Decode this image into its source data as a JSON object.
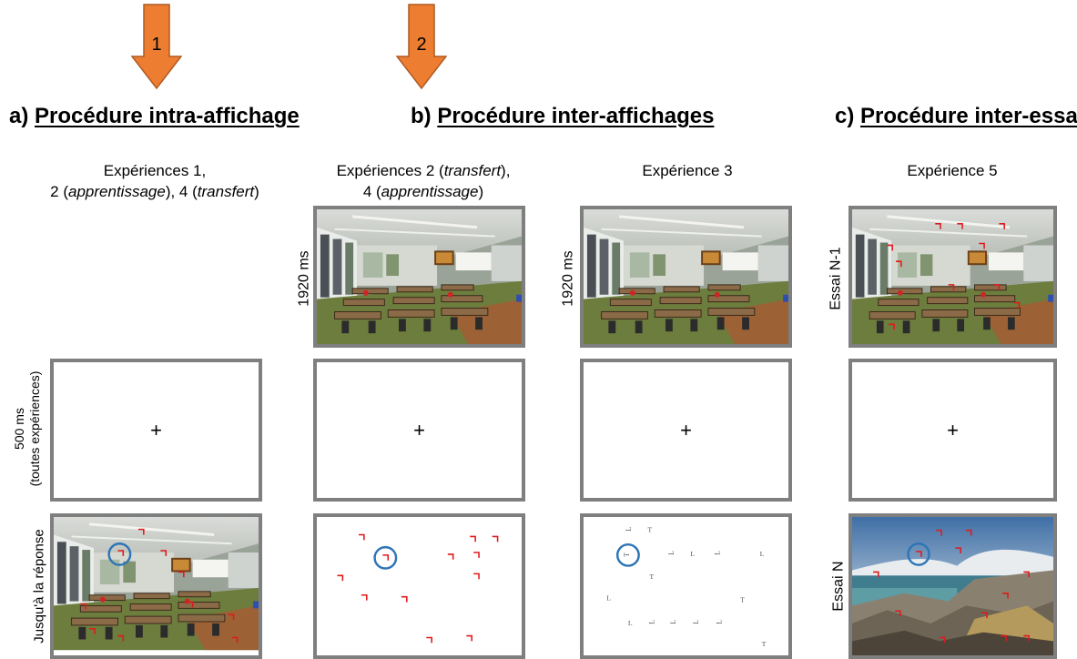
{
  "arrows": [
    "1",
    "2"
  ],
  "headings": {
    "a": {
      "prefix": "a)",
      "title": "Procédure intra-affichage"
    },
    "b": {
      "prefix": "b)",
      "title": "Procédure inter-affichages"
    },
    "c": {
      "prefix": "c)",
      "title": "Procédure inter-essais"
    }
  },
  "columns": {
    "col1": {
      "line1": "Expériences 1,",
      "line2_pre": "2 (",
      "line2_it1": "apprentissage",
      "line2_mid": "), 4 (",
      "line2_it2": "transfert",
      "line2_post": ")"
    },
    "col2": {
      "line1_pre": "Expériences 2 (",
      "line1_it": "transfert",
      "line1_post": "),",
      "line2_pre": "4 (",
      "line2_it": "apprentissage",
      "line2_post": ")"
    },
    "col3": {
      "line1": "Expérience 3"
    },
    "col4": {
      "line1": "Expérience 5"
    }
  },
  "side_labels": {
    "duration_col2": "1920 ms",
    "duration_col3": "1920 ms",
    "essai_prev": "Essai N-1",
    "fixation_line1": "500 ms",
    "fixation_line2": "(toutes expériences)",
    "until_response": "Jusqu'à la réponse",
    "essai_current": "Essai N"
  },
  "fixation_symbol": "+",
  "search_letters": {
    "t_upright": "T",
    "t_rot": "T",
    "l_upright": "L",
    "l_rot": "L"
  },
  "colors": {
    "arrow_fill": "#ed7d31",
    "arrow_stroke": "#ae5a21",
    "frame_border": "#7f7f7f",
    "target_circle": "#2e75b6",
    "distractor_red": "#e0191b"
  }
}
